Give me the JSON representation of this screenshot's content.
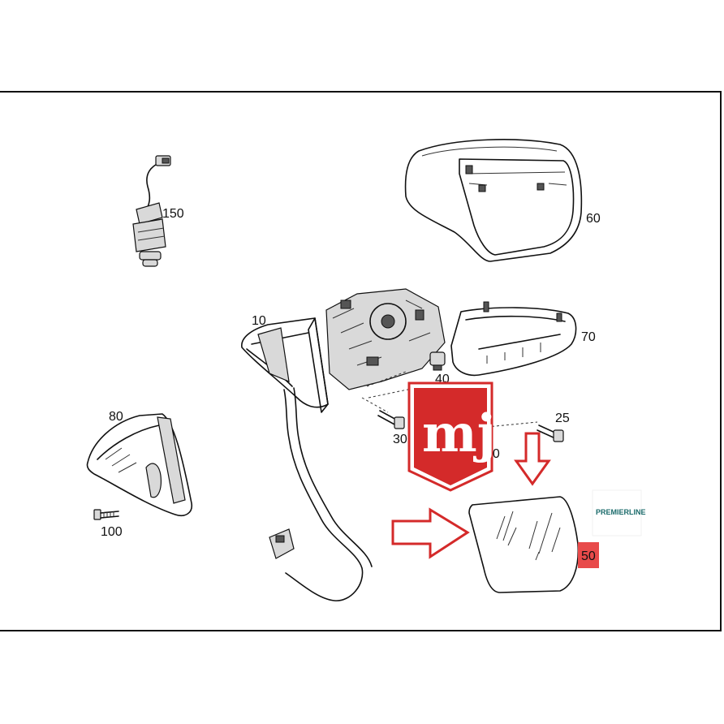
{
  "diagram": {
    "labels": {
      "part_150": "150",
      "part_60": "60",
      "part_10": "10",
      "part_70": "70",
      "part_40": "40",
      "part_80": "80",
      "part_25": "25",
      "part_30": "30",
      "part_20": "20",
      "part_100": "100",
      "part_50": "50"
    },
    "logo": {
      "text": "mj",
      "color": "#d42a2a"
    },
    "brand": {
      "text": "PREMIERLINE"
    },
    "colors": {
      "arrow": "#d42a2a",
      "highlight": "#e84a4a"
    }
  }
}
